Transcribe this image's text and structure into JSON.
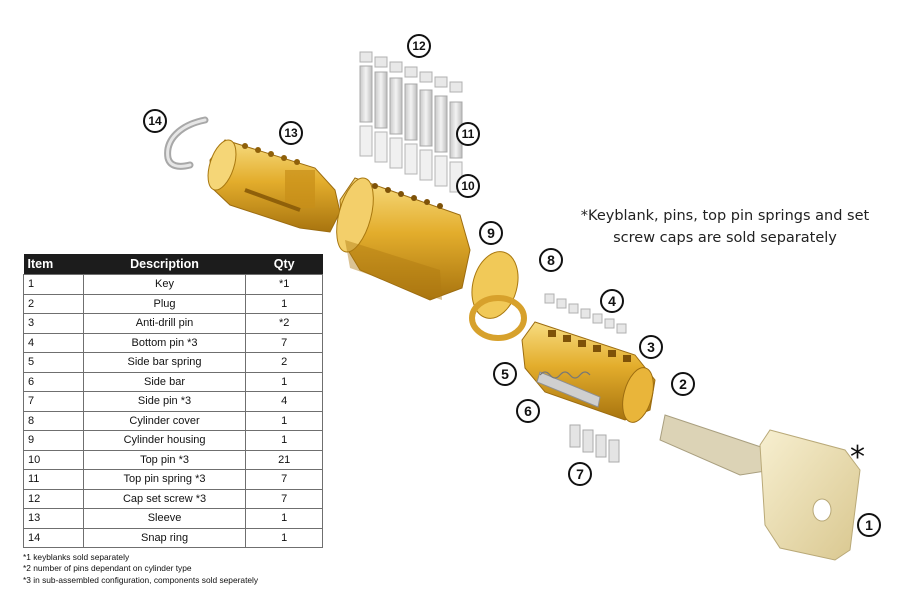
{
  "table": {
    "headers": {
      "item": "Item",
      "description": "Description",
      "qty": "Qty"
    },
    "rows": [
      {
        "item": "1",
        "description": "Key",
        "qty": "*1"
      },
      {
        "item": "2",
        "description": "Plug",
        "qty": "1"
      },
      {
        "item": "3",
        "description": "Anti-drill pin",
        "qty": "*2"
      },
      {
        "item": "4",
        "description": "Bottom pin *3",
        "qty": "7"
      },
      {
        "item": "5",
        "description": "Side bar spring",
        "qty": "2"
      },
      {
        "item": "6",
        "description": "Side bar",
        "qty": "1"
      },
      {
        "item": "7",
        "description": "Side pin *3",
        "qty": "4"
      },
      {
        "item": "8",
        "description": "Cylinder cover",
        "qty": "1"
      },
      {
        "item": "9",
        "description": "Cylinder housing",
        "qty": "1"
      },
      {
        "item": "10",
        "description": "Top pin *3",
        "qty": "21"
      },
      {
        "item": "11",
        "description": "Top pin spring *3",
        "qty": "7"
      },
      {
        "item": "12",
        "description": "Cap set screw *3",
        "qty": "7"
      },
      {
        "item": "13",
        "description": "Sleeve",
        "qty": "1"
      },
      {
        "item": "14",
        "description": "Snap ring",
        "qty": "1"
      }
    ]
  },
  "footnotes": {
    "note1": "*1 keyblanks sold separately",
    "note2": "*2 number of pins dependant on cylinder type",
    "note3": "*3 in sub-assembled configuration, components sold seperately"
  },
  "sold_note": {
    "line1": "*Keyblank, pins, top pin springs and set",
    "line2": "screw caps are sold separately"
  },
  "asterisk": "*",
  "callouts": [
    "1",
    "2",
    "3",
    "4",
    "5",
    "6",
    "7",
    "8",
    "9",
    "10",
    "11",
    "12",
    "13",
    "14"
  ],
  "colors": {
    "brass": "#e0a92a",
    "brass_dark": "#b07b12",
    "brass_light": "#f6d87a",
    "key": "#efe3b8",
    "pin": "#d8d8d8",
    "table_header": "#1c1c1c"
  }
}
